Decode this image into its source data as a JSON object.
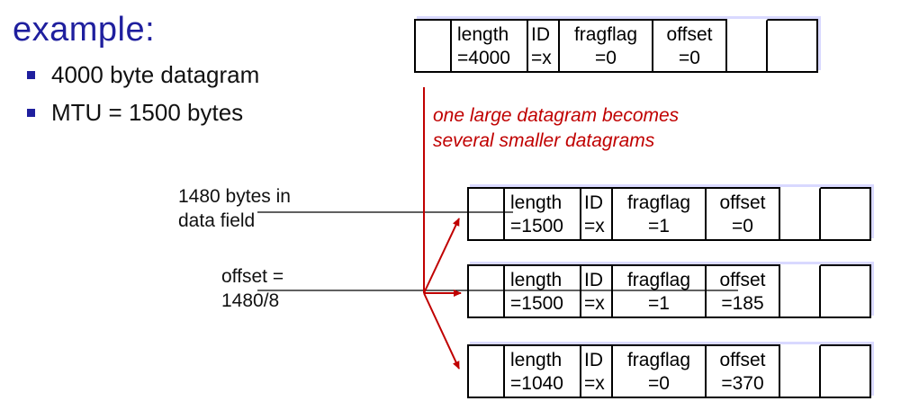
{
  "title": "example:",
  "bullets": [
    "4000 byte datagram",
    "MTU = 1500 bytes"
  ],
  "note": [
    "one large datagram becomes",
    "several smaller datagrams"
  ],
  "labels": {
    "data_field": [
      "1480 bytes in",
      "data field"
    ],
    "offset_calc": [
      "offset =",
      "1480/8"
    ]
  },
  "original": {
    "length": [
      "length",
      "=4000"
    ],
    "id": [
      "ID",
      "=x"
    ],
    "fragflag": [
      "fragflag",
      "=0"
    ],
    "offset": [
      "offset",
      "=0"
    ]
  },
  "fragments": [
    {
      "length": [
        "length",
        "=1500"
      ],
      "id": [
        "ID",
        "=x"
      ],
      "fragflag": [
        "fragflag",
        "=1"
      ],
      "offset": [
        "offset",
        "=0"
      ]
    },
    {
      "length": [
        "length",
        "=1500"
      ],
      "id": [
        "ID",
        "=x"
      ],
      "fragflag": [
        "fragflag",
        "=1"
      ],
      "offset": [
        "offset",
        "=185"
      ]
    },
    {
      "length": [
        "length",
        "=1040"
      ],
      "id": [
        "ID",
        "=x"
      ],
      "fragflag": [
        "fragflag",
        "=0"
      ],
      "offset": [
        "offset",
        "=370"
      ]
    }
  ],
  "colors": {
    "title": "#1f1f9e",
    "bullet": "#1f1f9e",
    "arrow": "#c00000",
    "note": "#c00000"
  }
}
